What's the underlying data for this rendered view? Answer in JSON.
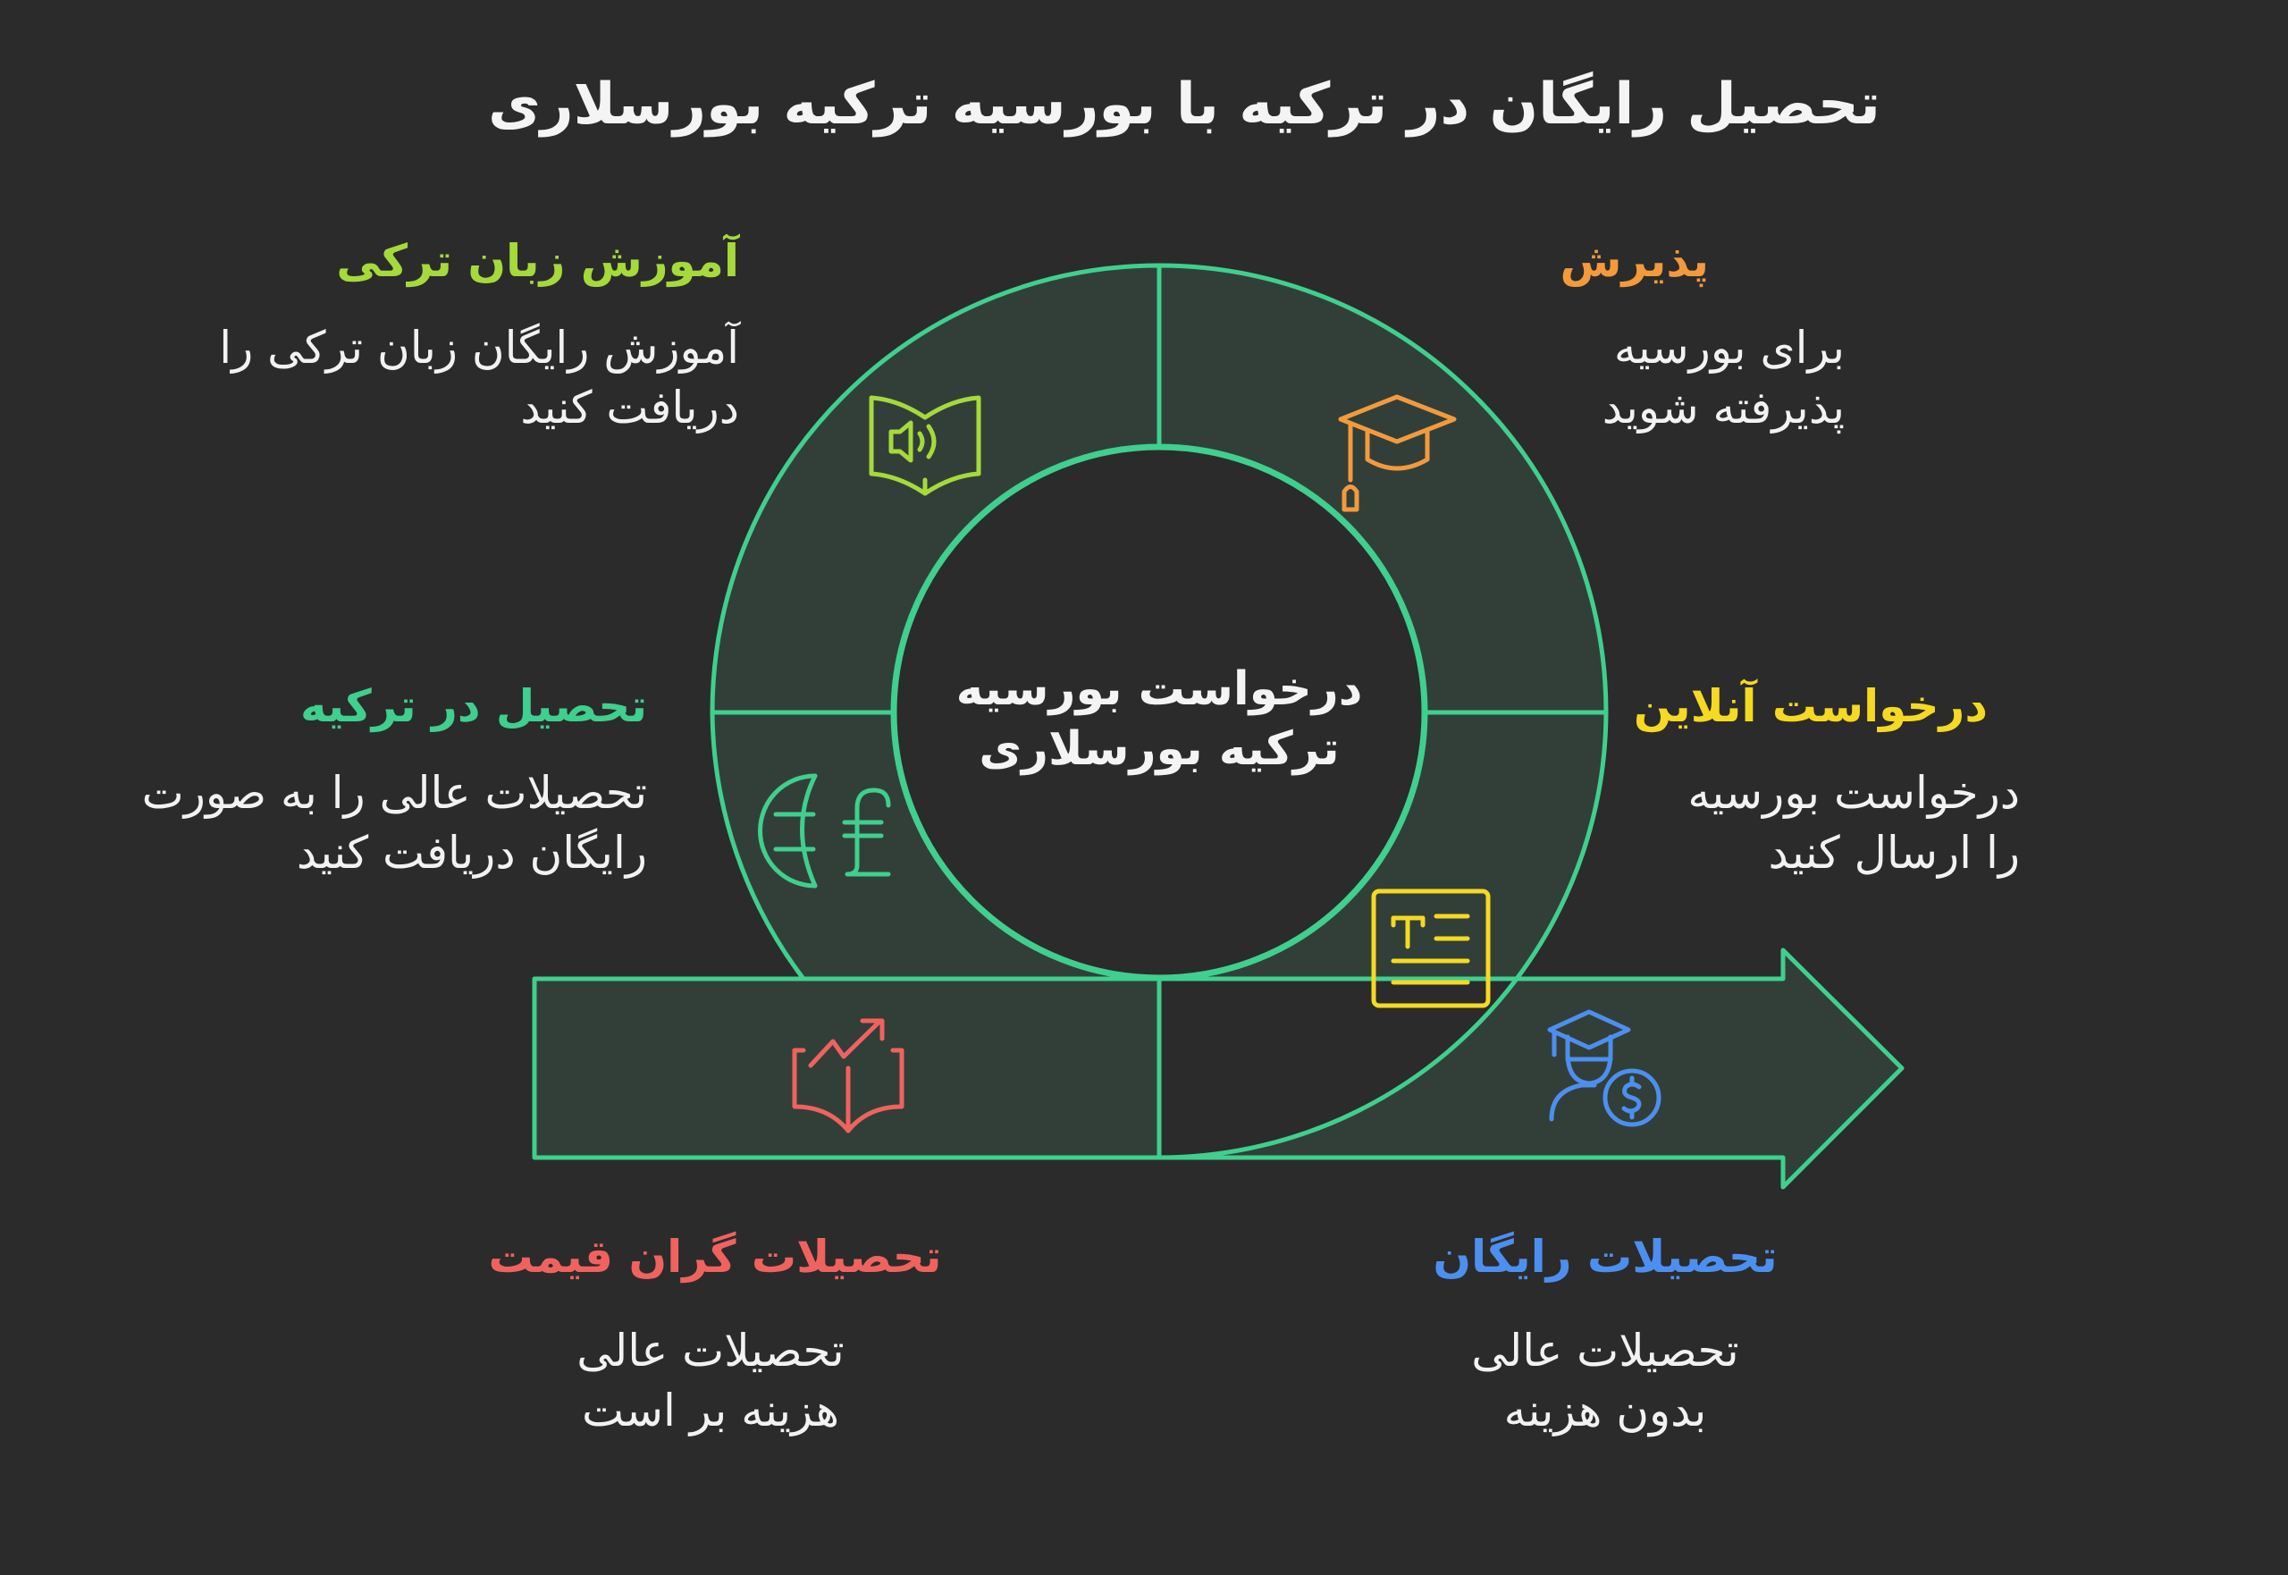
{
  "title": "تحصیل رایگان در ترکیه با بورسیه ترکیه بورسلاری",
  "center": {
    "label": "درخواست بورسیه\nترکیه بورسلاری"
  },
  "colors": {
    "background": "#2b2b2b",
    "outline": "#3fcf8e",
    "segment_fill": "#323f38",
    "text": "#f2f2f2"
  },
  "steps": [
    {
      "id": "turkish-language",
      "heading": "آموزش زبان ترکی",
      "description": "آموزش رایگان زبان ترکی را\nدریافت کنید",
      "color": "#a6d93b",
      "icon": "book-audio-icon"
    },
    {
      "id": "admission",
      "heading": "پذیرش",
      "description": "برای بورسیه\nپذیرفته شوید",
      "color": "#f39a3d",
      "icon": "graduation-cap-icon"
    },
    {
      "id": "study-in-turkey",
      "heading": "تحصیل در ترکیه",
      "description": "تحصیلات عالی را به صورت\nرایگان دریافت کنید",
      "color": "#3fcf8e",
      "icon": "globe-pound-icon"
    },
    {
      "id": "online-application",
      "heading": "درخواست آنلاین",
      "description": "درخواست بورسیه\nرا ارسال کنید",
      "color": "#f5d923",
      "icon": "document-text-icon"
    },
    {
      "id": "expensive-education",
      "heading": "تحصیلات گران قیمت",
      "description": "تحصیلات عالی\nهزینه بر است",
      "color": "#f0625f",
      "icon": "book-growth-icon"
    },
    {
      "id": "free-education",
      "heading": "تحصیلات رایگان",
      "description": "تحصیلات عالی\nبدون هزینه",
      "color": "#4d8ff0",
      "icon": "graduate-dollar-icon"
    }
  ]
}
